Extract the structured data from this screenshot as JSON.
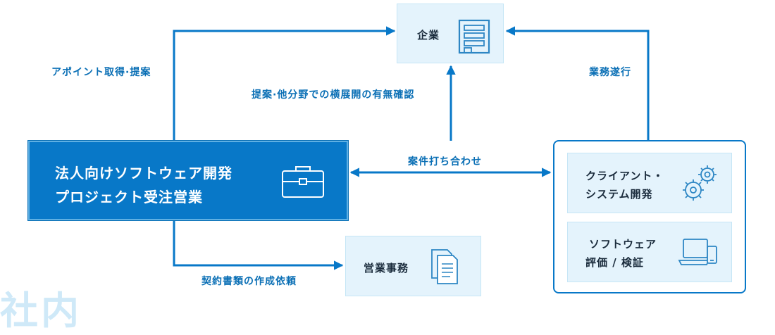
{
  "nodes": {
    "company": "企業",
    "main_line1": "法人向けソフトウェア開発",
    "main_line2": "プロジェクト受注営業",
    "office": "営業事務",
    "client_line1": "クライアント・",
    "client_line2": "システム開発",
    "eval_line1": "ソフトウェア",
    "eval_line2": "評価 / 検証"
  },
  "edges": {
    "appointment": "アポイント取得·提案",
    "proposal": "提案·他分野での横展開の有無確認",
    "business": "業務遂行",
    "meeting": "案件打ち合わせ",
    "contract": "契約書類の作成依頼"
  },
  "watermark": "社内",
  "colors": {
    "accent": "#0878c8",
    "light": "#e4f3fc",
    "watermark": "#cfe9f8"
  },
  "icons": {
    "company": "building-icon",
    "main": "briefcase-icon",
    "office": "documents-icon",
    "client": "gears-icon",
    "eval": "laptop-phone-icon"
  }
}
